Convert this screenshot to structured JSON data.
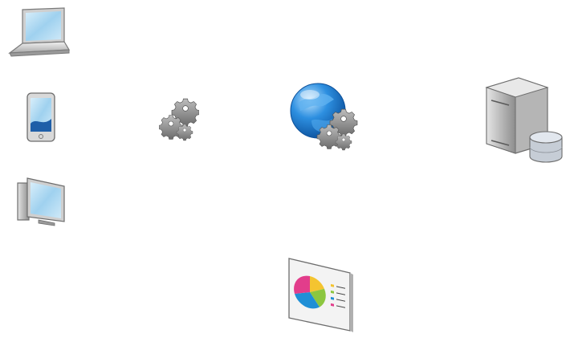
{
  "diagram": {
    "nodes": [
      {
        "id": "laptop",
        "icon": "laptop-icon"
      },
      {
        "id": "phone",
        "icon": "smartphone-icon"
      },
      {
        "id": "desktop",
        "icon": "desktop-computer-icon"
      },
      {
        "id": "gears",
        "icon": "gears-icon"
      },
      {
        "id": "globe",
        "icon": "web-service-globe-icon"
      },
      {
        "id": "server",
        "icon": "server-database-icon"
      },
      {
        "id": "report",
        "icon": "pie-chart-report-icon"
      }
    ]
  },
  "colors": {
    "screen_blue": "#9fd1ef",
    "globe_blue": "#1f7fd0",
    "gear_gray": "#8a8a8a",
    "server_gray": "#9c9c9c",
    "pie_pink": "#e23d8b",
    "pie_yellow": "#f4c430",
    "pie_green": "#8cc63f",
    "pie_blue": "#1f8fd6"
  }
}
